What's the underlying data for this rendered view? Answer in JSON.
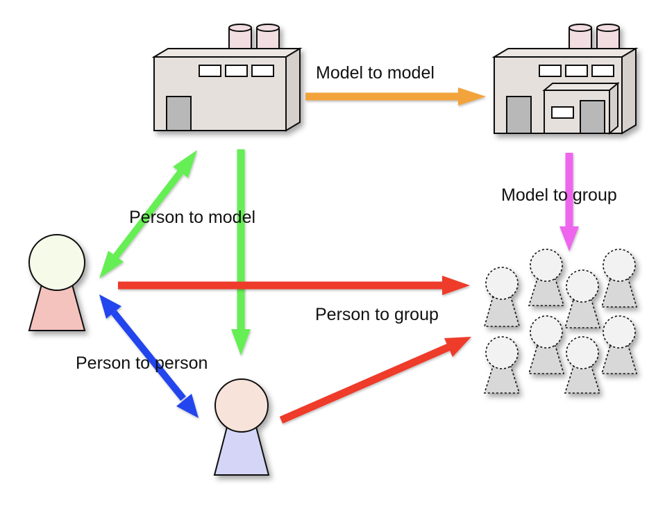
{
  "labels": {
    "model_to_model": "Model to model",
    "model_to_group": "Model to group",
    "person_to_model": "Person to model",
    "person_to_group": "Person to group",
    "person_to_person": "Person to person"
  },
  "colors": {
    "orange": "#f2a33a",
    "green": "#66ee55",
    "magenta": "#ee66ee",
    "red": "#ee3b2b",
    "blue": "#2244ee",
    "factory_body": "#e6e0dc",
    "factory_side": "#d6d0cc",
    "factory_door": "#b8b8b8",
    "tank": "#f1dde2",
    "person_red_body": "#f5c3be",
    "person_red_head": "#f5fae9",
    "person_blue_body": "#d5d5f8",
    "person_blue_head": "#f7e3da",
    "group_body": "#d8d8d8",
    "group_head": "#f2f2f2"
  }
}
